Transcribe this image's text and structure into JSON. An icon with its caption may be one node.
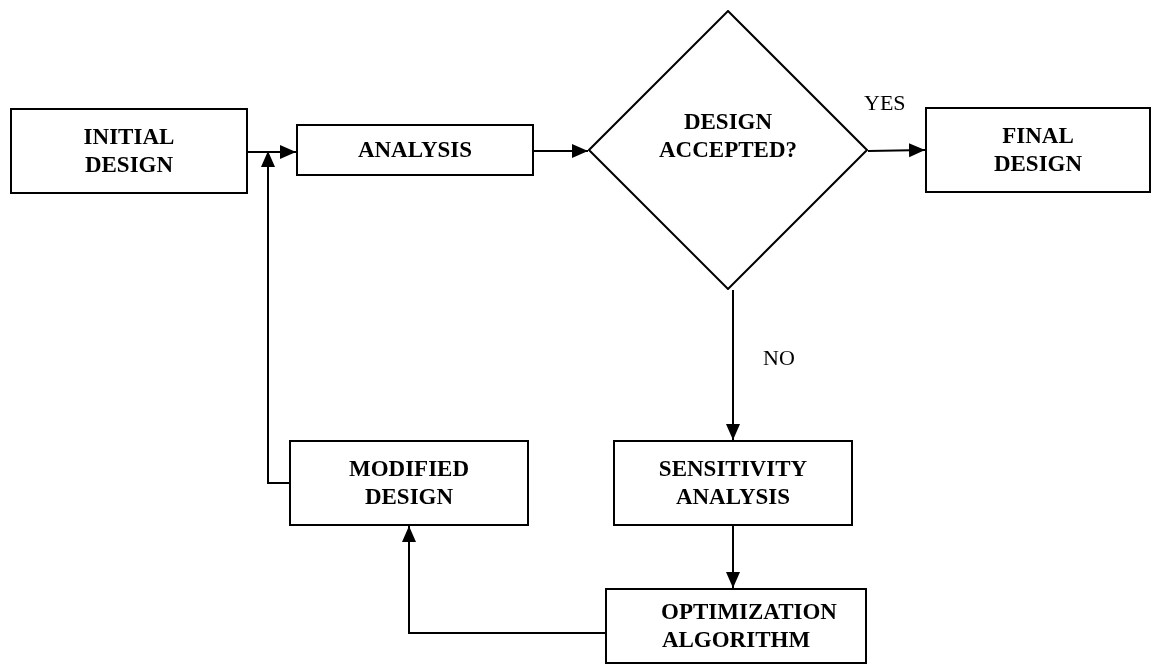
{
  "diagram": {
    "nodes": [
      {
        "text": [
          "INITIAL DESIGN"
        ]
      },
      {
        "text": [
          "ANALYSIS"
        ]
      },
      {
        "text": [
          "DESIGN ACCEPTED?"
        ]
      },
      {
        "text": [
          "FINAL DESIGN"
        ]
      },
      {
        "text": [
          "MODIFIED DESIGN"
        ]
      },
      {
        "text": [
          "SENSITIVITY ANALYSIS"
        ]
      },
      {
        "text": [
          "OPTIMIZATION ALGORITHM"
        ]
      }
    ],
    "edges": [
      {
        "from": 0,
        "to": 1,
        "arrow": "to"
      },
      {
        "from": 1,
        "to": 2,
        "arrow": "to"
      },
      {
        "from": 2,
        "to": 3,
        "arrow": "to",
        "label": "YES"
      },
      {
        "from": 2,
        "to": 5,
        "arrow": "to",
        "label": "NO"
      },
      {
        "from": 5,
        "to": 6,
        "arrow": "to"
      },
      {
        "from": 6,
        "to": 4,
        "arrow": "to"
      },
      {
        "from": 4,
        "to": 1,
        "arrow": "to"
      }
    ]
  }
}
